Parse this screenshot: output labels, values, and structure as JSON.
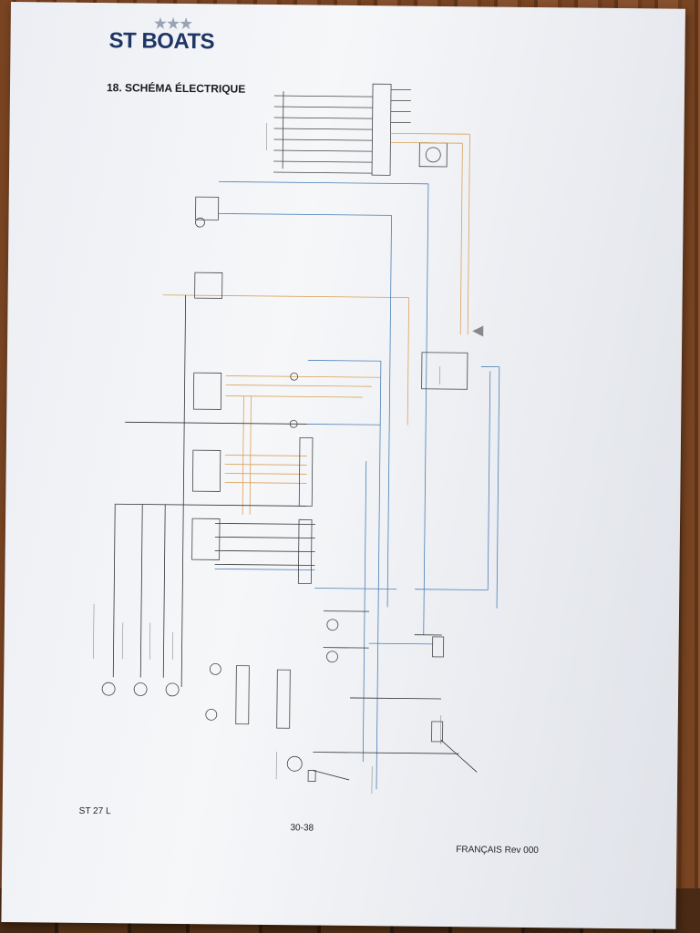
{
  "header": {
    "brand": "ST BOATS",
    "section_title": "18. SCHÉMA ÉLECTRIQUE"
  },
  "footer": {
    "model": "ST 27 L",
    "page": "30-38",
    "language_revision": "FRANÇAIS Rev 000"
  },
  "colors": {
    "paper": "#f2f3f6",
    "brand": "#1f3566",
    "wire_blue": "#4a7fb5",
    "wire_orange": "#d9a15a",
    "wire_black": "#333333"
  },
  "icons": [
    "star-icon",
    "motor-icon",
    "lamp-icon",
    "switch-icon",
    "battery-icon"
  ]
}
